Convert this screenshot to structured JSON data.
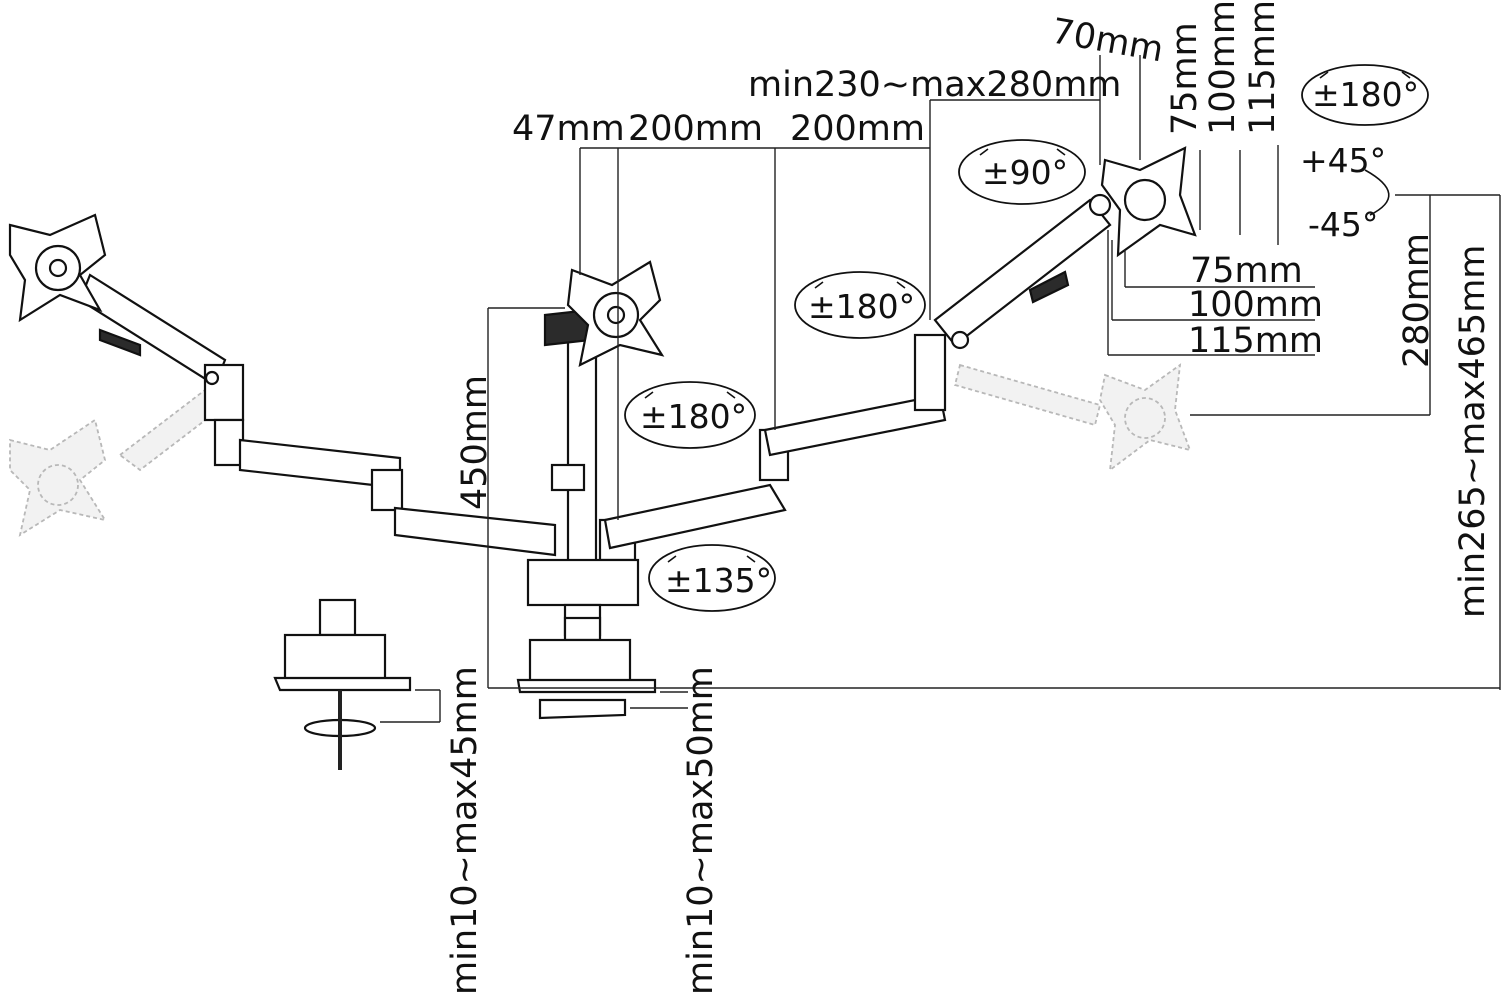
{
  "dimensions": {
    "top_offsets": {
      "d1": "47mm",
      "d2": "200mm",
      "d3": "200mm"
    },
    "reach": "min230~max280mm",
    "tilt_offset": "70mm",
    "vesa_vertical": [
      "75mm",
      "100mm",
      "115mm"
    ],
    "vesa_horizontal": [
      "75mm",
      "100mm",
      "115mm"
    ],
    "pole_height": "450mm",
    "arm_drop": "280mm",
    "height_range": "min265~max465mm",
    "desk_thickness_grommet": "min10~max45mm",
    "desk_thickness_clamp": "min10~max50mm"
  },
  "rotations": {
    "vesa_rotation": "±180°",
    "tilt_up": "+45°",
    "tilt_down": "-45°",
    "head_swivel": "±90°",
    "arm_swivel_right": "±180°",
    "arm_swivel_center": "±180°",
    "base_swivel": "±135°"
  },
  "colors": {
    "line": "#111111",
    "ghost": "#b8b8b8",
    "background": "#ffffff"
  }
}
